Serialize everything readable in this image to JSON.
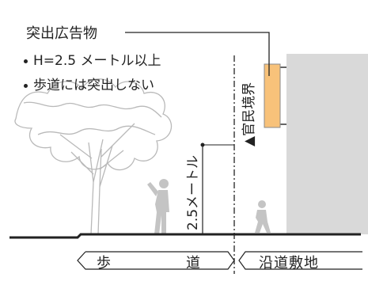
{
  "texts": {
    "title": "突出広告物",
    "bullet1": "H=2.5 メートル以上",
    "bullet2": "歩道には突出しない",
    "boundary": "▲官民境界",
    "height": "2.5メートル",
    "sidewalk_a": "歩",
    "sidewalk_b": "道",
    "roadside": "沿道敷地"
  },
  "colors": {
    "sign_fill": "#f8c27a",
    "sign_stroke": "#8a8a8a",
    "building": "#d9d9d9",
    "tree": "#bdbdbd",
    "person": "#c4c4c4",
    "line": "#222222"
  }
}
